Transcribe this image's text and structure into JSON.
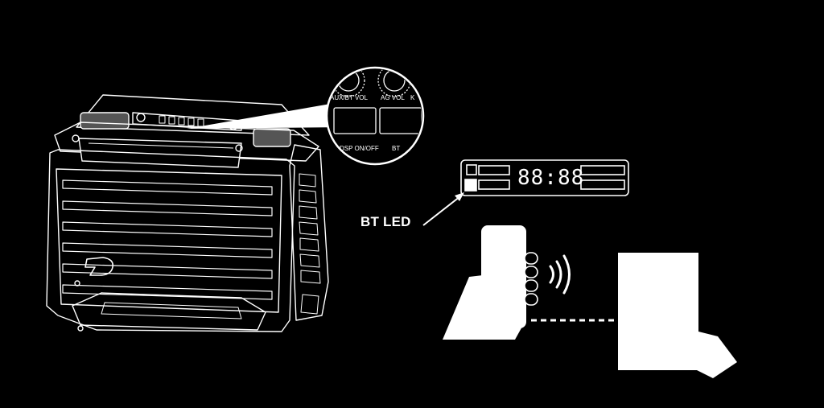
{
  "labels": {
    "aux_bt_vol": "AUX/BT VOL",
    "ag_vol": "AG VOL",
    "cut_off": "K",
    "dsp_on_off": "DSP ON/OFF",
    "bt": "BT",
    "bt_led": "BT LED",
    "display_digits": "88:88"
  },
  "colors": {
    "background": "#000000",
    "lines": "#ffffff"
  }
}
